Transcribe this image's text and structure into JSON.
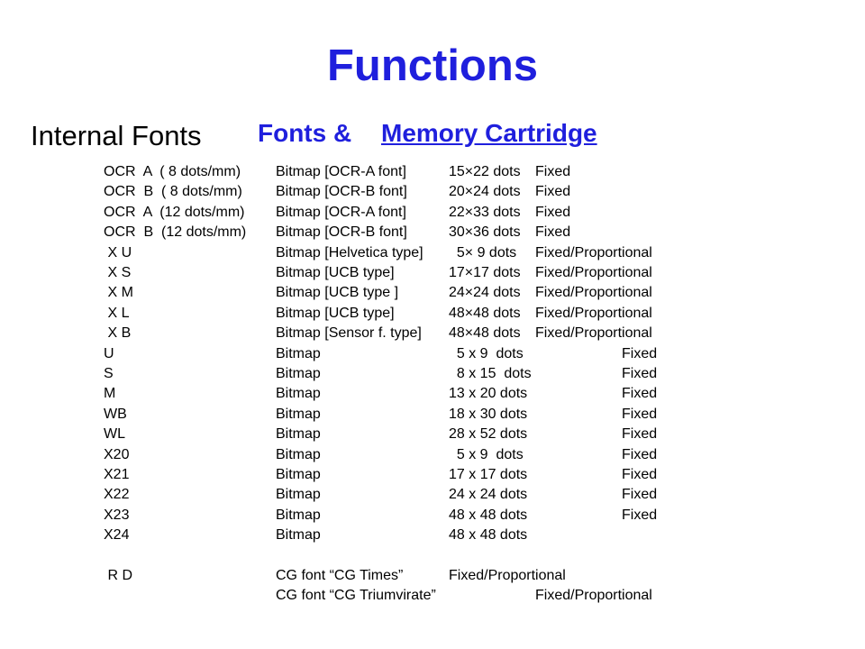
{
  "title": "Functions",
  "subheading": "Internal Fonts",
  "fonts_label": "Fonts &",
  "cartridge_link": "Memory Cartridge",
  "rows": [
    {
      "layout": "a",
      "name": "OCR  A  ( 8 dots/mm)",
      "type": "Bitmap [OCR-A font]",
      "size": "15×22 dots",
      "pitch": "Fixed"
    },
    {
      "layout": "a",
      "name": "OCR  B  ( 8 dots/mm)",
      "type": "Bitmap [OCR-B font]",
      "size": "20×24 dots",
      "pitch": "Fixed"
    },
    {
      "layout": "a",
      "name": "OCR  A  (12 dots/mm)",
      "type": "Bitmap [OCR-A font]",
      "size": "22×33 dots",
      "pitch": "Fixed"
    },
    {
      "layout": "a",
      "name": "OCR  B  (12 dots/mm)",
      "type": "Bitmap [OCR-B font]",
      "size": "30×36 dots",
      "pitch": "Fixed"
    },
    {
      "layout": "a",
      "name": " X U",
      "type": "Bitmap [Helvetica type]",
      "size": "  5× 9 dots",
      "pitch": "Fixed/Proportional"
    },
    {
      "layout": "a",
      "name": " X S",
      "type": "Bitmap [UCB type]",
      "size": "17×17 dots",
      "pitch": "Fixed/Proportional"
    },
    {
      "layout": "a",
      "name": " X M",
      "type": "Bitmap [UCB type ]",
      "size": "24×24 dots",
      "pitch": "Fixed/Proportional"
    },
    {
      "layout": "a",
      "name": " X L",
      "type": "Bitmap [UCB type]",
      "size": "48×48 dots",
      "pitch": "Fixed/Proportional"
    },
    {
      "layout": "a",
      "name": " X B",
      "type": "Bitmap [Sensor f. type]",
      "size": "48×48 dots",
      "pitch": "Fixed/Proportional"
    },
    {
      "layout": "b",
      "name": "U",
      "type": "Bitmap",
      "size": "  5 x 9  dots",
      "pitch": "Fixed"
    },
    {
      "layout": "b",
      "name": "S",
      "type": "Bitmap",
      "size": "  8 x 15  dots",
      "pitch": "Fixed"
    },
    {
      "layout": "b",
      "name": "M",
      "type": "Bitmap",
      "size": "13 x 20 dots",
      "pitch": "Fixed"
    },
    {
      "layout": "b",
      "name": "WB",
      "type": "Bitmap",
      "size": "18 x 30 dots",
      "pitch": "Fixed"
    },
    {
      "layout": "b",
      "name": "WL",
      "type": "Bitmap",
      "size": "28 x 52 dots",
      "pitch": "Fixed"
    },
    {
      "layout": "b",
      "name": "X20",
      "type": "Bitmap",
      "size": "  5 x 9  dots",
      "pitch": "Fixed"
    },
    {
      "layout": "b",
      "name": "X21",
      "type": "Bitmap",
      "size": "17 x 17 dots",
      "pitch": "Fixed"
    },
    {
      "layout": "b",
      "name": "X22",
      "type": "Bitmap",
      "size": "24 x 24 dots",
      "pitch": "Fixed"
    },
    {
      "layout": "b",
      "name": "X23",
      "type": "Bitmap",
      "size": "48 x 48 dots",
      "pitch": "Fixed"
    },
    {
      "layout": "b",
      "name": "X24",
      "type": "Bitmap",
      "size": "48 x 48 dots",
      "pitch": ""
    },
    {
      "layout": "gap"
    },
    {
      "layout": "c",
      "name": " R D",
      "type": "CG font “CG Times”",
      "pitch": "Fixed/Proportional"
    },
    {
      "layout": "d",
      "type": "CG font “CG Triumvirate”",
      "pitch": "Fixed/Proportional"
    }
  ]
}
